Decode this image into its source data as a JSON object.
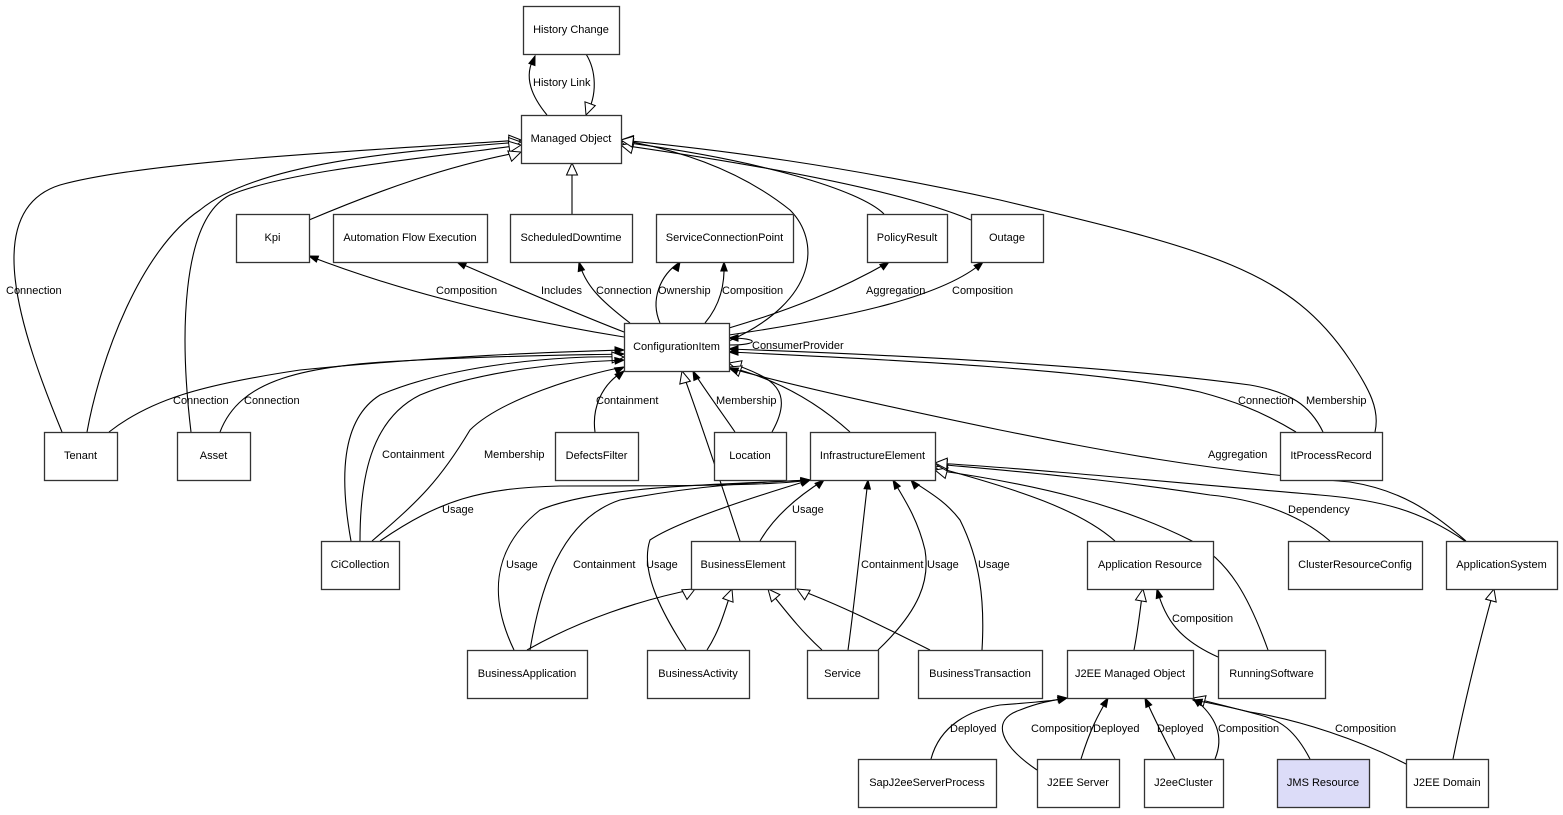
{
  "diagram": {
    "title": "Managed Object class model",
    "selected_node": "jms_resource",
    "colors": {
      "selected_fill": "#dcdcf8",
      "node_fill": "#ffffff",
      "stroke": "#333333"
    },
    "nodes": [
      {
        "id": "history_change",
        "label": "History Change"
      },
      {
        "id": "managed_object",
        "label": "Managed Object"
      },
      {
        "id": "kpi",
        "label": "Kpi"
      },
      {
        "id": "afe",
        "label": "Automation Flow Execution"
      },
      {
        "id": "scheduled_downtime",
        "label": "ScheduledDowntime"
      },
      {
        "id": "scp",
        "label": "ServiceConnectionPoint"
      },
      {
        "id": "policy_result",
        "label": "PolicyResult"
      },
      {
        "id": "outage",
        "label": "Outage"
      },
      {
        "id": "configuration_item",
        "label": "ConfigurationItem"
      },
      {
        "id": "tenant",
        "label": "Tenant"
      },
      {
        "id": "asset",
        "label": "Asset"
      },
      {
        "id": "defects_filter",
        "label": "DefectsFilter"
      },
      {
        "id": "location",
        "label": "Location"
      },
      {
        "id": "infrastructure_element",
        "label": "InfrastructureElement"
      },
      {
        "id": "it_process_record",
        "label": "ItProcessRecord"
      },
      {
        "id": "ci_collection",
        "label": "CiCollection"
      },
      {
        "id": "business_element",
        "label": "BusinessElement"
      },
      {
        "id": "application_resource",
        "label": "Application Resource"
      },
      {
        "id": "cluster_resource_config",
        "label": "ClusterResourceConfig"
      },
      {
        "id": "application_system",
        "label": "ApplicationSystem"
      },
      {
        "id": "business_application",
        "label": "BusinessApplication"
      },
      {
        "id": "business_activity",
        "label": "BusinessActivity"
      },
      {
        "id": "service",
        "label": "Service"
      },
      {
        "id": "business_transaction",
        "label": "BusinessTransaction"
      },
      {
        "id": "j2ee_managed_object",
        "label": "J2EE Managed Object"
      },
      {
        "id": "running_software",
        "label": "RunningSoftware"
      },
      {
        "id": "sap_j2ee_server_process",
        "label": "SapJ2eeServerProcess"
      },
      {
        "id": "j2ee_server",
        "label": "J2EE Server"
      },
      {
        "id": "j2ee_cluster",
        "label": "J2eeCluster"
      },
      {
        "id": "jms_resource",
        "label": "JMS Resource"
      },
      {
        "id": "j2ee_domain",
        "label": "J2EE Domain"
      }
    ],
    "edges": [
      {
        "from": "managed_object",
        "to": "history_change",
        "label": "History Link",
        "kind": "association"
      },
      {
        "from": "history_change",
        "to": "managed_object",
        "label": "",
        "kind": "inheritance"
      },
      {
        "from": "tenant",
        "to": "managed_object",
        "label": "Connection",
        "kind": "inheritance"
      },
      {
        "from": "tenant",
        "to": "managed_object",
        "label": "",
        "kind": "inheritance"
      },
      {
        "from": "asset",
        "to": "managed_object",
        "label": "",
        "kind": "inheritance"
      },
      {
        "from": "kpi",
        "to": "managed_object",
        "label": "",
        "kind": "inheritance"
      },
      {
        "from": "scheduled_downtime",
        "to": "managed_object",
        "label": "",
        "kind": "inheritance"
      },
      {
        "from": "configuration_item",
        "to": "managed_object",
        "label": "",
        "kind": "inheritance"
      },
      {
        "from": "policy_result",
        "to": "managed_object",
        "label": "",
        "kind": "inheritance"
      },
      {
        "from": "outage",
        "to": "managed_object",
        "label": "",
        "kind": "inheritance"
      },
      {
        "from": "it_process_record",
        "to": "managed_object",
        "label": "",
        "kind": "inheritance"
      },
      {
        "from": "configuration_item",
        "to": "kpi",
        "label": "Composition",
        "kind": "association"
      },
      {
        "from": "configuration_item",
        "to": "afe",
        "label": "Includes",
        "kind": "association"
      },
      {
        "from": "configuration_item",
        "to": "scheduled_downtime",
        "label": "Connection",
        "kind": "association"
      },
      {
        "from": "configuration_item",
        "to": "scp",
        "label": "Ownership",
        "kind": "association"
      },
      {
        "from": "configuration_item",
        "to": "scp",
        "label": "Composition",
        "kind": "association"
      },
      {
        "from": "configuration_item",
        "to": "policy_result",
        "label": "Aggregation",
        "kind": "association"
      },
      {
        "from": "configuration_item",
        "to": "outage",
        "label": "Composition",
        "kind": "association"
      },
      {
        "from": "configuration_item",
        "to": "configuration_item",
        "label": "ConsumerProvider",
        "kind": "association"
      },
      {
        "from": "tenant",
        "to": "configuration_item",
        "label": "Connection",
        "kind": "association"
      },
      {
        "from": "asset",
        "to": "configuration_item",
        "label": "Connection",
        "kind": "association"
      },
      {
        "from": "ci_collection",
        "to": "configuration_item",
        "label": "",
        "kind": "inheritance"
      },
      {
        "from": "ci_collection",
        "to": "configuration_item",
        "label": "Containment",
        "kind": "association"
      },
      {
        "from": "ci_collection",
        "to": "configuration_item",
        "label": "Membership",
        "kind": "association"
      },
      {
        "from": "defects_filter",
        "to": "configuration_item",
        "label": "Containment",
        "kind": "association"
      },
      {
        "from": "business_element",
        "to": "configuration_item",
        "label": "",
        "kind": "inheritance"
      },
      {
        "from": "location",
        "to": "configuration_item",
        "label": "Membership",
        "kind": "association"
      },
      {
        "from": "location",
        "to": "configuration_item",
        "label": "",
        "kind": "inheritance"
      },
      {
        "from": "infrastructure_element",
        "to": "configuration_item",
        "label": "",
        "kind": "inheritance"
      },
      {
        "from": "it_process_record",
        "to": "configuration_item",
        "label": "Connection",
        "kind": "association"
      },
      {
        "from": "it_process_record",
        "to": "configuration_item",
        "label": "Membership",
        "kind": "association"
      },
      {
        "from": "application_system",
        "to": "configuration_item",
        "label": "Aggregation",
        "kind": "association"
      },
      {
        "from": "ci_collection",
        "to": "infrastructure_element",
        "label": "Usage",
        "kind": "association"
      },
      {
        "from": "business_element",
        "to": "infrastructure_element",
        "label": "Usage",
        "kind": "association"
      },
      {
        "from": "business_application",
        "to": "infrastructure_element",
        "label": "Usage",
        "kind": "association"
      },
      {
        "from": "business_application",
        "to": "infrastructure_element",
        "label": "Containment",
        "kind": "association"
      },
      {
        "from": "business_activity",
        "to": "infrastructure_element",
        "label": "Usage",
        "kind": "association"
      },
      {
        "from": "service",
        "to": "infrastructure_element",
        "label": "Containment",
        "kind": "association"
      },
      {
        "from": "service",
        "to": "infrastructure_element",
        "label": "Usage",
        "kind": "association"
      },
      {
        "from": "business_transaction",
        "to": "infrastructure_element",
        "label": "Usage",
        "kind": "association"
      },
      {
        "from": "application_resource",
        "to": "infrastructure_element",
        "label": "",
        "kind": "inheritance"
      },
      {
        "from": "running_software",
        "to": "infrastructure_element",
        "label": "",
        "kind": "inheritance"
      },
      {
        "from": "cluster_resource_config",
        "to": "infrastructure_element",
        "label": "Dependency",
        "kind": "inheritance"
      },
      {
        "from": "application_system",
        "to": "infrastructure_element",
        "label": "",
        "kind": "inheritance"
      },
      {
        "from": "business_application",
        "to": "business_element",
        "label": "",
        "kind": "inheritance"
      },
      {
        "from": "business_activity",
        "to": "business_element",
        "label": "",
        "kind": "inheritance"
      },
      {
        "from": "service",
        "to": "business_element",
        "label": "",
        "kind": "inheritance"
      },
      {
        "from": "business_transaction",
        "to": "business_element",
        "label": "",
        "kind": "inheritance"
      },
      {
        "from": "j2ee_managed_object",
        "to": "application_resource",
        "label": "",
        "kind": "inheritance"
      },
      {
        "from": "running_software",
        "to": "application_resource",
        "label": "Composition",
        "kind": "association"
      },
      {
        "from": "j2ee_domain",
        "to": "application_system",
        "label": "",
        "kind": "inheritance"
      },
      {
        "from": "sap_j2ee_server_process",
        "to": "j2ee_managed_object",
        "label": "Deployed",
        "kind": "association"
      },
      {
        "from": "j2ee_server",
        "to": "j2ee_managed_object",
        "label": "Composition",
        "kind": "association"
      },
      {
        "from": "j2ee_server",
        "to": "j2ee_managed_object",
        "label": "Deployed",
        "kind": "association"
      },
      {
        "from": "j2ee_cluster",
        "to": "j2ee_managed_object",
        "label": "Deployed",
        "kind": "association"
      },
      {
        "from": "j2ee_cluster",
        "to": "j2ee_managed_object",
        "label": "Composition",
        "kind": "association"
      },
      {
        "from": "jms_resource",
        "to": "j2ee_managed_object",
        "label": "",
        "kind": "inheritance"
      },
      {
        "from": "j2ee_domain",
        "to": "j2ee_managed_object",
        "label": "Composition",
        "kind": "association"
      }
    ]
  }
}
